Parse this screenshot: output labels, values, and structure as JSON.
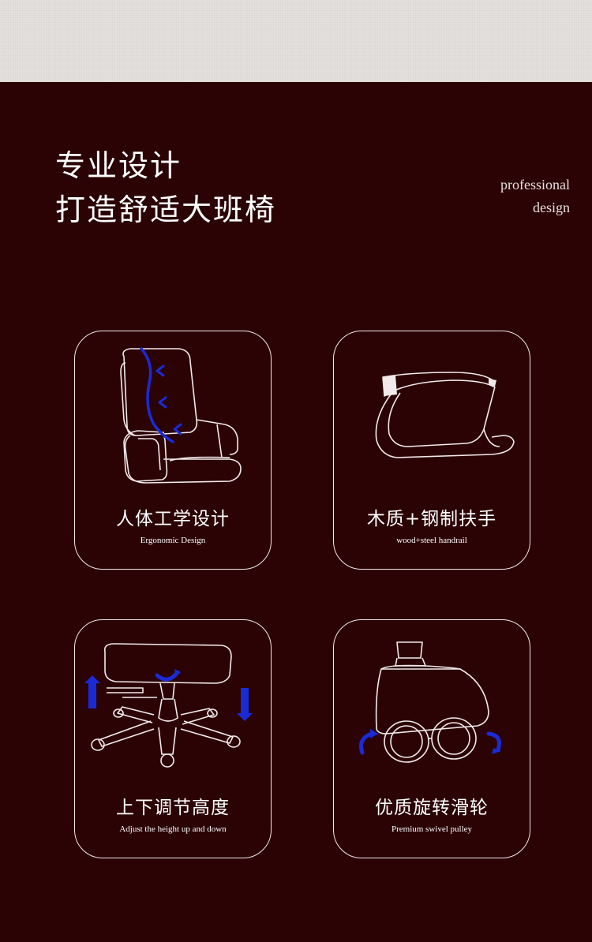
{
  "header": {
    "title_line1": "专业设计",
    "title_line2": "打造舒适大班椅",
    "tagline_line1": "professional",
    "tagline_line2": "design"
  },
  "features": [
    {
      "title": "人体工学设计",
      "subtitle": "Ergonomic Design",
      "icon": "ergonomic-chair-icon"
    },
    {
      "title": "木质+钢制扶手",
      "subtitle": "wood+steel handrail",
      "icon": "armrest-icon"
    },
    {
      "title": "上下调节高度",
      "subtitle": "Adjust the height up and down",
      "icon": "height-adjust-icon"
    },
    {
      "title": "优质旋转滑轮",
      "subtitle": "Premium swivel pulley",
      "icon": "caster-wheel-icon"
    }
  ],
  "colors": {
    "background": "#2b0305",
    "top_band": "#e3e0dd",
    "accent_blue": "#1a2bd6",
    "line": "#f0e8e8"
  }
}
